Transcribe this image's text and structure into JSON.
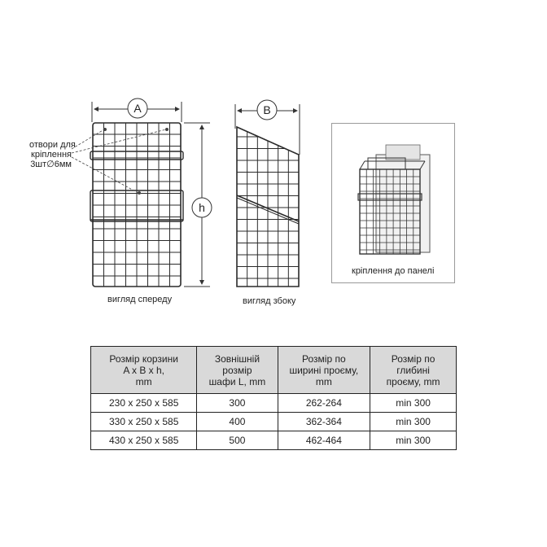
{
  "drawing": {
    "dim_width": "A",
    "dim_depth": "B",
    "dim_height": "h",
    "holes_note": [
      "отвори для",
      "кріплення",
      "3шт∅6мм"
    ],
    "front_caption": "вигляд спереду",
    "side_caption": "вигляд збоку",
    "photo_caption": "кріплення до панелі"
  },
  "table": {
    "headers": [
      [
        "Розмір корзини",
        "A x B x h,",
        "mm"
      ],
      [
        "Зовнішній",
        "розмір",
        "шафи L, mm"
      ],
      [
        "Розмір по",
        "ширині проєму,",
        "mm"
      ],
      [
        "Розмір по",
        "глибині",
        "проєму, mm"
      ]
    ],
    "rows": [
      [
        "230 x 250 x 585",
        "300",
        "262-264",
        "min 300"
      ],
      [
        "330 x 250 x 585",
        "400",
        "362-364",
        "min 300"
      ],
      [
        "430 x 250 x 585",
        "500",
        "462-464",
        "min 300"
      ]
    ]
  }
}
